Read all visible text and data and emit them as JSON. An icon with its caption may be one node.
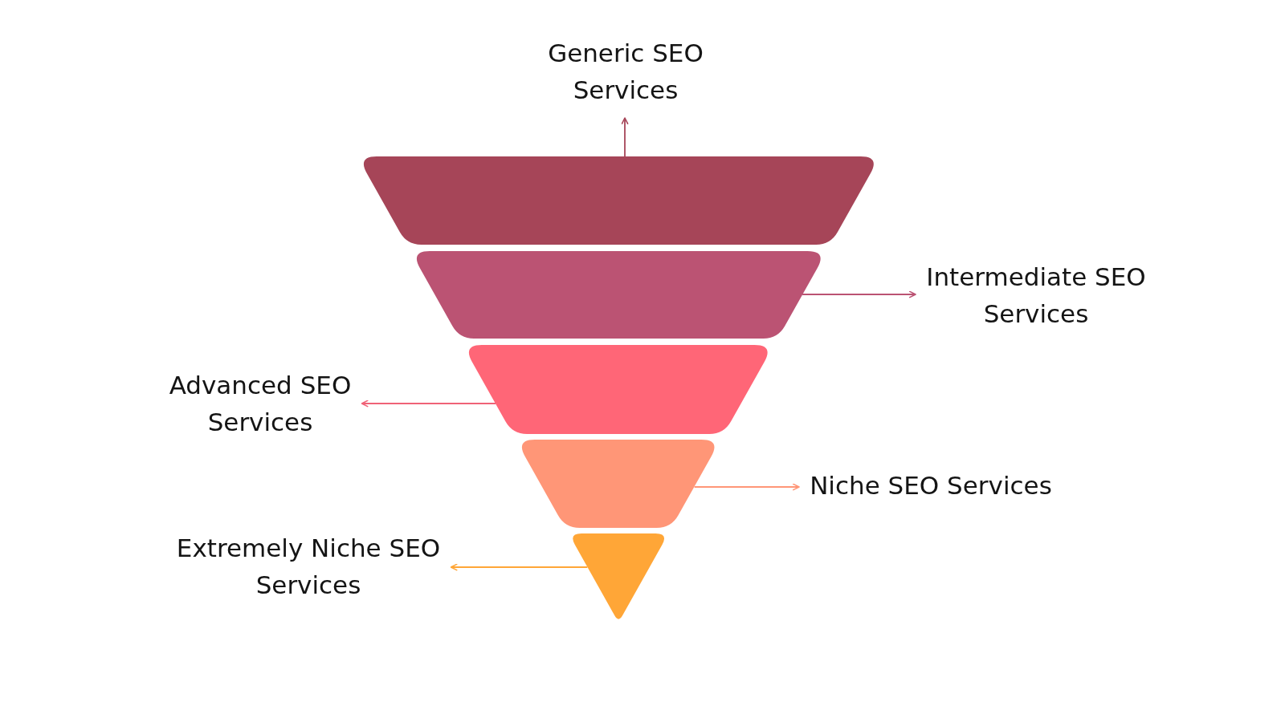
{
  "diagram": {
    "nodes": [
      {
        "text": [
          "Generic SEO Services"
        ]
      },
      {
        "text": [],
        "shape": "trapezoid"
      },
      {
        "text": [],
        "shape": "trapezoid"
      },
      {
        "text": [
          "Intermediate SEO Services"
        ]
      },
      {
        "text": [],
        "shape": "trapezoid"
      },
      {
        "text": [
          "Advanced SEO Services"
        ]
      },
      {
        "text": [],
        "shape": "trapezoid"
      },
      {
        "text": [
          "Niche SEO Services"
        ]
      },
      {
        "text": [
          "Extremely Niche SEO Services"
        ]
      },
      {
        "text": [],
        "shape": "triangle"
      }
    ],
    "edges": [
      {
        "from": 1,
        "to": 0,
        "arrow": "to",
        "color": "#a64558"
      },
      {
        "from": 2,
        "to": 3,
        "arrow": "to",
        "color": "#bb5373"
      },
      {
        "from": 4,
        "to": 5,
        "arrow": "to",
        "color": "#f06277"
      },
      {
        "from": 6,
        "to": 7,
        "arrow": "to",
        "color": "#ff9677"
      },
      {
        "from": 9,
        "to": 8,
        "arrow": "to",
        "color": "#ffa637"
      }
    ]
  }
}
